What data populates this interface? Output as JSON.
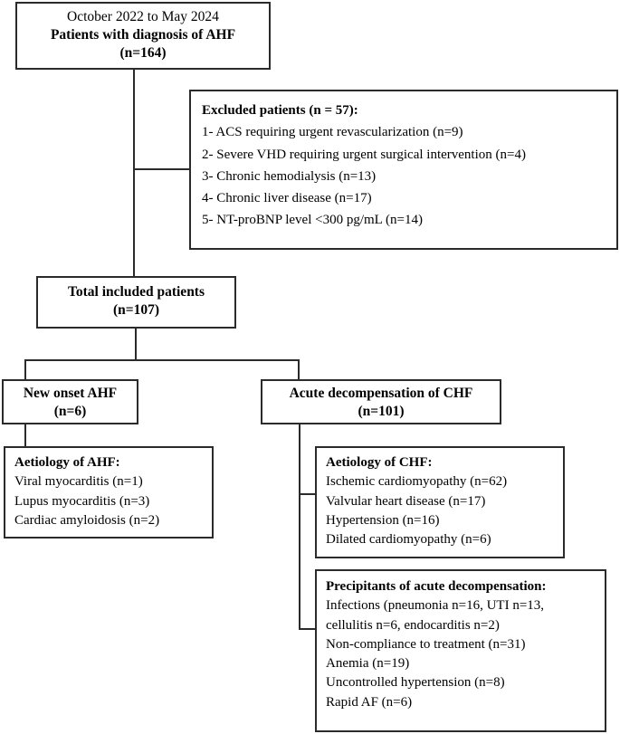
{
  "diagram": {
    "title": "Patient selection flowchart",
    "type": "flowchart",
    "line_color": "#2b2b2b",
    "background": "#ffffff"
  },
  "nodes": {
    "cohort": {
      "name": "study-cohort",
      "lines": [
        {
          "text": "October 2022 to May 2024",
          "bold": false
        },
        {
          "text": "Patients with diagnosis of AHF",
          "bold": true
        },
        {
          "text": "(n=164)",
          "bold": true
        }
      ]
    },
    "excluded": {
      "name": "excluded-patients",
      "lines": [
        {
          "text": "Excluded patients (n = 57):",
          "bold": true
        },
        {
          "text": "1- ACS requiring urgent revascularization (n=9)",
          "bold": false
        },
        {
          "text": "2- Severe VHD requiring urgent surgical intervention (n=4)",
          "bold": false
        },
        {
          "text": "3- Chronic hemodialysis (n=13)",
          "bold": false
        },
        {
          "text": "4- Chronic liver disease (n=17)",
          "bold": false
        },
        {
          "text": "5- NT-proBNP level <300 pg/mL (n=14)",
          "bold": false
        }
      ]
    },
    "total_included": {
      "name": "total-included-patients",
      "lines": [
        {
          "text": "Total included patients",
          "bold": true
        },
        {
          "text": "(n=107)",
          "bold": true
        }
      ]
    },
    "new_onset": {
      "name": "new-onset-ahf",
      "lines": [
        {
          "text": "New onset AHF",
          "bold": true
        },
        {
          "text": "(n=6)",
          "bold": true
        }
      ]
    },
    "acute_decomp": {
      "name": "acute-decompensation-chf",
      "lines": [
        {
          "text": "Acute decompensation of CHF",
          "bold": true
        },
        {
          "text": "(n=101)",
          "bold": true
        }
      ]
    },
    "aetiology_ahf": {
      "name": "aetiology-of-ahf",
      "lines": [
        {
          "text": "Aetiology of AHF:",
          "bold": true
        },
        {
          "text": "Viral myocarditis (n=1)",
          "bold": false
        },
        {
          "text": "Lupus myocarditis (n=3)",
          "bold": false
        },
        {
          "text": "Cardiac amyloidosis (n=2)",
          "bold": false
        }
      ]
    },
    "aetiology_chf": {
      "name": "aetiology-of-chf",
      "lines": [
        {
          "text": "Aetiology of CHF:",
          "bold": true
        },
        {
          "text": "Ischemic cardiomyopathy (n=62)",
          "bold": false
        },
        {
          "text": "Valvular heart disease (n=17)",
          "bold": false
        },
        {
          "text": "Hypertension (n=16)",
          "bold": false
        },
        {
          "text": "Dilated cardiomyopathy (n=6)",
          "bold": false
        }
      ]
    },
    "precipitants": {
      "name": "precipitants-of-acute-decompensation",
      "lines": [
        {
          "text": "Precipitants of acute decompensation:",
          "bold": true
        },
        {
          "text": "Infections (pneumonia n=16, UTI n=13,",
          "bold": false
        },
        {
          "text": "cellulitis n=6, endocarditis n=2)",
          "bold": false
        },
        {
          "text": "Non-compliance to treatment (n=31)",
          "bold": false
        },
        {
          "text": "Anemia (n=19)",
          "bold": false
        },
        {
          "text": "Uncontrolled hypertension (n=8)",
          "bold": false
        },
        {
          "text": "Rapid AF (n=6)",
          "bold": false
        }
      ]
    }
  }
}
